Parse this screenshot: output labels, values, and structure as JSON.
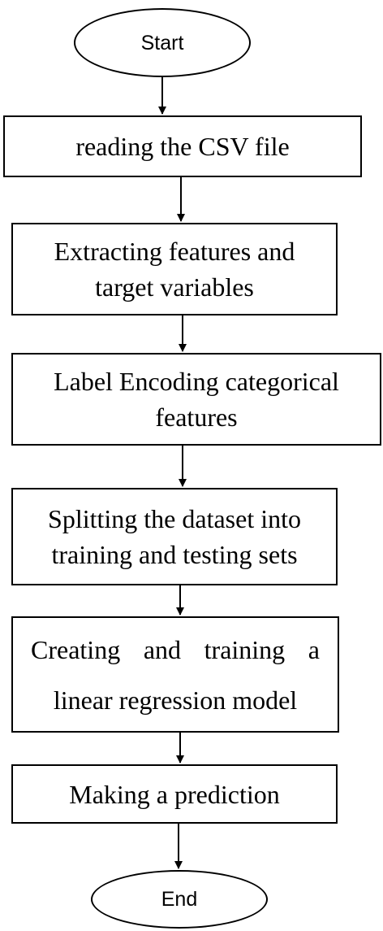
{
  "flowchart": {
    "start": "Start",
    "steps": [
      {
        "lines": [
          "reading the CSV file"
        ]
      },
      {
        "lines": [
          "Extracting features and",
          "target variables"
        ]
      },
      {
        "lines": [
          "Label Encoding categorical",
          "features"
        ]
      },
      {
        "lines": [
          "Splitting the dataset into",
          "training and testing sets"
        ]
      },
      {
        "lines": [
          "Creating and training a",
          "linear regression model"
        ]
      },
      {
        "lines": [
          "Making a prediction"
        ]
      }
    ],
    "end": "End"
  }
}
